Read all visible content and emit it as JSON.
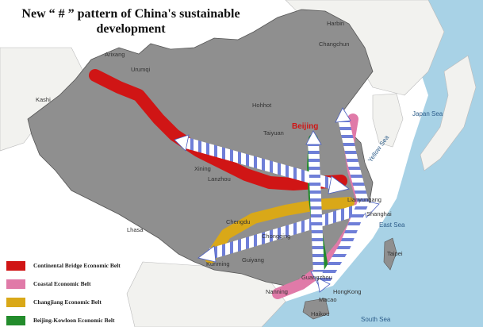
{
  "title_line1": "New “ # ” pattern of China's sustainable",
  "title_line2": "development",
  "colors": {
    "sea": "#a8d2e6",
    "land_china": "#8f8f8f",
    "land_other": "#f2f2ef",
    "continental": "#d01515",
    "coastal": "#e07aa8",
    "changjiang": "#d9a818",
    "beijing_kowloon": "#238c2c",
    "arrow_fill": "#ffffff",
    "arrow_stripe": "#6f7fd8"
  },
  "places": {
    "arixang": "Arixang",
    "urumqi": "Urumqi",
    "kashi": "Kashi",
    "harbin": "Harbin",
    "changchun": "Changchun",
    "hohhot": "Hohhot",
    "beijing": "Beijing",
    "taiyuan": "Taiyuan",
    "xining": "Xining",
    "lanzhou": "Lanzhou",
    "lianyungang": "Lianyungang",
    "shanghai": "Shanghai",
    "lhasa": "Lhasa",
    "chengdu": "Chengdu",
    "chongqing": "Chongqing",
    "kunming": "Kunming",
    "guiyang": "Guiyang",
    "guangzhou": "Guangzhou",
    "nanning": "Nanning",
    "macao": "Macao",
    "hongkong": "HongKong",
    "taipei": "Taipei",
    "haikou": "Haikou",
    "yellow_sea": "Yellow Sea",
    "east_sea": "East Sea",
    "japan_sea": "Japan Sea",
    "south_sea": "South Sea"
  },
  "legend": [
    {
      "label": "Continental Bridge Economic Belt",
      "color": "#d01515"
    },
    {
      "label": "Coastal Economic Belt",
      "color": "#e07aa8"
    },
    {
      "label": "Changjiang Economic Belt",
      "color": "#d9a818"
    },
    {
      "label": "Beijing-Kowloon Economic Belt",
      "color": "#238c2c"
    }
  ]
}
